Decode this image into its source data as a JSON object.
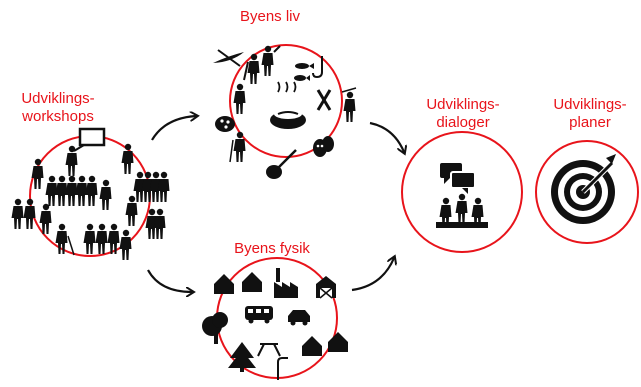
{
  "labels": {
    "workshops_line1": "Udviklings-",
    "workshops_line2": "workshops",
    "byens_liv": "Byens liv",
    "byens_fysik": "Byens fysik",
    "dialoger_line1": "Udviklings-",
    "dialoger_line2": "dialoger",
    "planer_line1": "Udviklings-",
    "planer_line2": "planer"
  },
  "colors": {
    "accent": "#e8141b",
    "icon": "#111111"
  },
  "icons": {
    "workshops": "people-crowd-presentation-icon",
    "byens_liv": "city-life-activities-icon",
    "byens_fysik": "buildings-vehicles-trees-icon",
    "dialoger": "dialogue-meeting-icon",
    "planer": "target-dartboard-icon"
  }
}
